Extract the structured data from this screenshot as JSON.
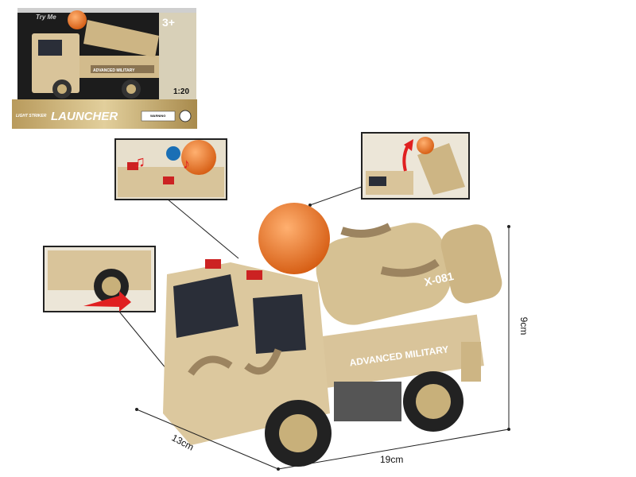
{
  "package": {
    "try_me": "Try Me",
    "age": "3+",
    "scale": "1:20",
    "brand": "LIGHT STRIKER",
    "product_name": "LAUNCHER",
    "warning": "WARNING"
  },
  "truck": {
    "side_label": "ADVANCED MILITARY",
    "missile_label": "X-081"
  },
  "dimensions": {
    "height": "9cm",
    "length": "19cm",
    "width": "13cm"
  },
  "colors": {
    "camo_base": "#d9c49a",
    "camo_dark": "#9c8460",
    "missile_tip": "#e8772a",
    "arrow_red": "#e02020"
  }
}
